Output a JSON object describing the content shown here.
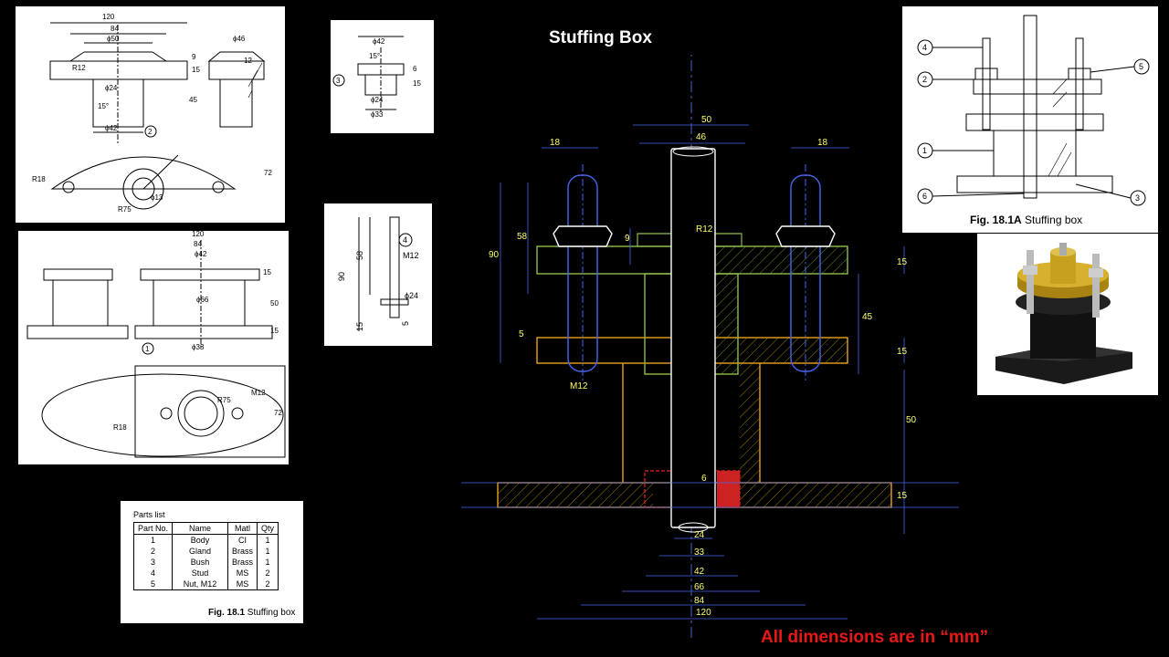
{
  "title": "Stuffing Box",
  "footer_note": "All dimensions are in “mm”",
  "fig_18_1A": {
    "label_bold": "Fig. 18.1A",
    "label_rest": " Stuffing box",
    "callouts": [
      "4",
      "2",
      "1",
      "6",
      "5",
      "3"
    ]
  },
  "fig_18_1_caption": {
    "label_bold": "Fig. 18.1",
    "label_rest": " Stuffing box"
  },
  "parts_list": {
    "heading": "Parts list",
    "columns": [
      "Part No.",
      "Name",
      "Matl",
      "Qty"
    ],
    "rows": [
      [
        "1",
        "Body",
        "CI",
        "1"
      ],
      [
        "2",
        "Gland",
        "Brass",
        "1"
      ],
      [
        "3",
        "Bush",
        "Brass",
        "1"
      ],
      [
        "4",
        "Stud",
        "MS",
        "2"
      ],
      [
        "5",
        "Nut, M12",
        "MS",
        "2"
      ]
    ]
  },
  "gland_drawing": {
    "dims": [
      "120",
      "84",
      "ϕ50",
      "15",
      "9",
      "R12",
      "ϕ24",
      "45",
      "15°",
      "ϕ42",
      "ϕ46",
      "12"
    ],
    "callout": "2",
    "lower_dims": [
      "R18",
      "R75",
      "ϕ13",
      "72"
    ]
  },
  "bush_drawing": {
    "dims": [
      "ϕ42",
      "15°",
      "6",
      "15",
      "ϕ24",
      "ϕ33"
    ],
    "callout": "3"
  },
  "stud_drawing": {
    "dims": [
      "90",
      "58",
      "M12",
      "ϕ24",
      "15",
      "5"
    ],
    "callout": "4"
  },
  "body_drawing": {
    "dims": [
      "120",
      "84",
      "ϕ42",
      "15",
      "ϕ66",
      "50",
      "15",
      "ϕ33"
    ],
    "callout": "1",
    "plan_dims": [
      "R75",
      "M12",
      "R18",
      "72"
    ]
  },
  "main_dims": {
    "top_50": "50",
    "top_46": "46",
    "left_18": "18",
    "right_18": "18",
    "d90": "90",
    "d58": "58",
    "d9": "9",
    "r12": "R12",
    "d5": "5",
    "m12": "M12",
    "r15a": "15",
    "r45": "45",
    "r15b": "15",
    "r50": "50",
    "r15c": "15",
    "d6": "6",
    "b24": "24",
    "b33": "33",
    "b42": "42",
    "b66": "66",
    "b84": "84",
    "b120": "120"
  }
}
